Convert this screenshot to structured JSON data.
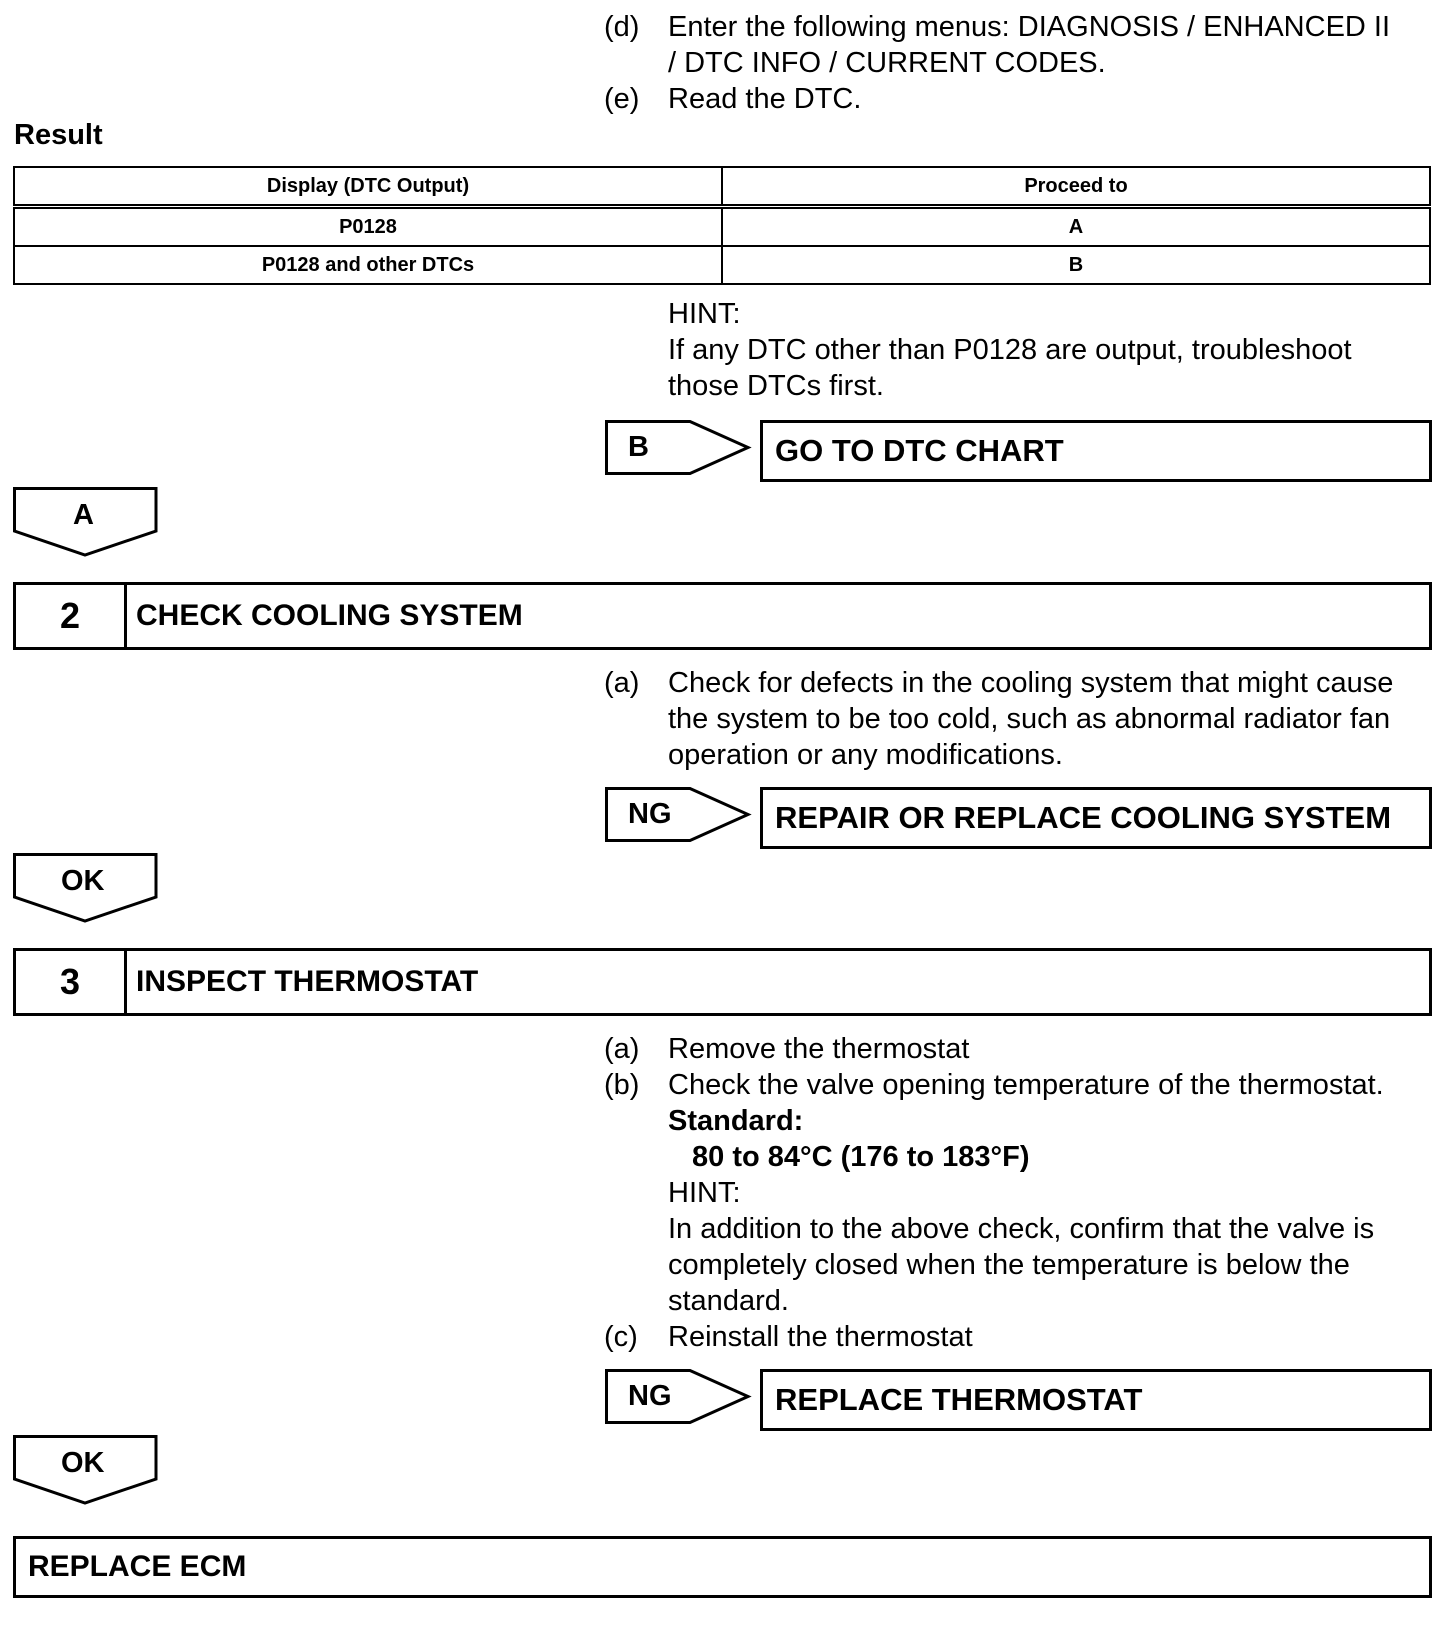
{
  "step1_tail": {
    "items": [
      {
        "label": "(d)",
        "lines": [
          "Enter the following menus: DIAGNOSIS / ENHANCED II",
          "/ DTC INFO / CURRENT CODES."
        ]
      },
      {
        "label": "(e)",
        "lines": [
          "Read the DTC."
        ]
      }
    ],
    "result_heading": "Result",
    "table": {
      "headers": [
        "Display (DTC Output)",
        "Proceed to"
      ],
      "rows": [
        [
          "P0128",
          "A"
        ],
        [
          "P0128 and other DTCs",
          "B"
        ]
      ]
    },
    "hint_label": "HINT:",
    "hint_lines": [
      "If any DTC other than P0128 are output, troubleshoot",
      "those DTCs first."
    ],
    "branch": {
      "tag": "B",
      "action": "GO TO DTC CHART"
    },
    "continue_tag": "A"
  },
  "step2": {
    "number": "2",
    "title": "CHECK COOLING SYSTEM",
    "items": [
      {
        "label": "(a)",
        "lines": [
          "Check for defects in the cooling system that might cause",
          "the system to be too cold, such as abnormal radiator fan",
          "operation or any modifications."
        ]
      }
    ],
    "branch": {
      "tag": "NG",
      "action": "REPAIR OR REPLACE COOLING SYSTEM"
    },
    "continue_tag": "OK"
  },
  "step3": {
    "number": "3",
    "title": "INSPECT THERMOSTAT",
    "items": [
      {
        "label": "(a)",
        "lines": [
          "Remove the thermostat"
        ]
      },
      {
        "label": "(b)",
        "lines": [
          "Check the valve opening temperature of the thermostat."
        ]
      }
    ],
    "standard_label": "Standard:",
    "standard_value": "80 to 84°C (176 to 183°F)",
    "hint_label": "HINT:",
    "hint_lines": [
      "In addition to the above check, confirm that the valve is",
      "completely closed when the temperature is below the",
      "standard."
    ],
    "item_c": {
      "label": "(c)",
      "lines": [
        "Reinstall the thermostat"
      ]
    },
    "branch": {
      "tag": "NG",
      "action": "REPLACE THERMOSTAT"
    },
    "continue_tag": "OK"
  },
  "final_action": "REPLACE ECM"
}
